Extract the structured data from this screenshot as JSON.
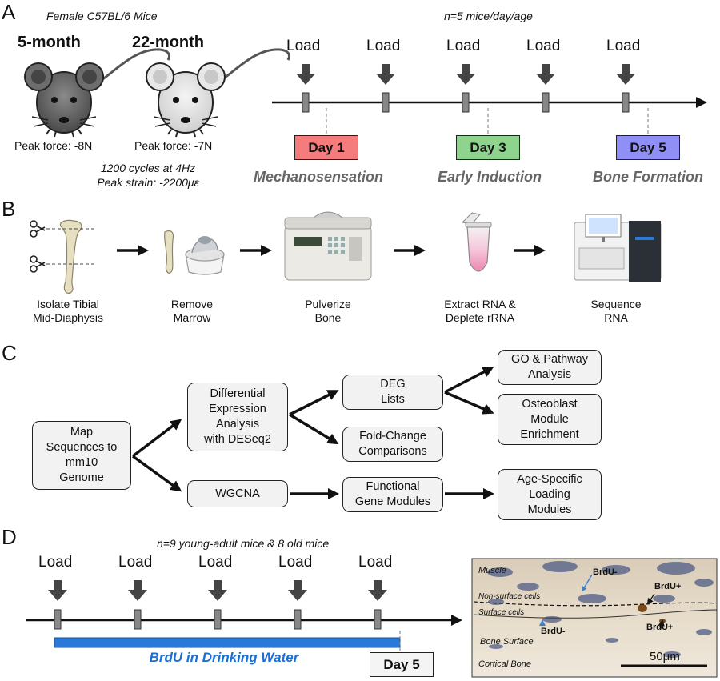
{
  "panels": {
    "a": "A",
    "b": "B",
    "c": "C",
    "d": "D"
  },
  "panel_a": {
    "header_left": "Female C57BL/6 Mice",
    "header_right": "n=5 mice/day/age",
    "young_label": "5-month",
    "old_label": "22-month",
    "young_force": "Peak force: -8N",
    "old_force": "Peak force: -7N",
    "protocol_line1": "1200 cycles at 4Hz",
    "protocol_line2": "Peak strain: -2200με",
    "load_label": "Load",
    "days": [
      {
        "label": "Day 1",
        "color": "#f47c7c",
        "phase": "Mechanosensation"
      },
      {
        "label": "Day 3",
        "color": "#8ed38e",
        "phase": "Early Induction"
      },
      {
        "label": "Day 5",
        "color": "#8f8ff5",
        "phase": "Bone Formation"
      }
    ]
  },
  "panel_b": {
    "steps": [
      "Isolate Tibial\nMid-Diaphysis",
      "Remove\nMarrow",
      "Pulverize\nBone",
      "Extract RNA &\nDeplete rRNA",
      "Sequence\nRNA"
    ]
  },
  "panel_c": {
    "map": "Map\nSequences to\nmm10\nGenome",
    "dea": "Differential\nExpression\nAnalysis\nwith DESeq2",
    "wgcna": "WGCNA",
    "deg": "DEG\nLists",
    "fc": "Fold-Change\nComparisons",
    "fgm": "Functional\nGene Modules",
    "go": "GO & Pathway\nAnalysis",
    "obm": "Osteoblast\nModule\nEnrichment",
    "age": "Age-Specific\nLoading\nModules"
  },
  "panel_d": {
    "header": "n=9 young-adult mice & 8 old mice",
    "load_label": "Load",
    "brdu_bar": "BrdU in Drinking Water",
    "brdu_color": "#1a6fd6",
    "day": "Day 5",
    "micro": {
      "muscle": "Muscle",
      "nonsurface": "Non-surface cells",
      "surface": "Surface cells",
      "bone_surface": "Bone Surface",
      "cortical": "Cortical Bone",
      "brdu_minus_1": "BrdU-",
      "brdu_plus_1": "BrdU+",
      "brdu_minus_2": "BrdU-",
      "brdu_plus_2": "BrdU+",
      "scale": "50μm"
    }
  }
}
